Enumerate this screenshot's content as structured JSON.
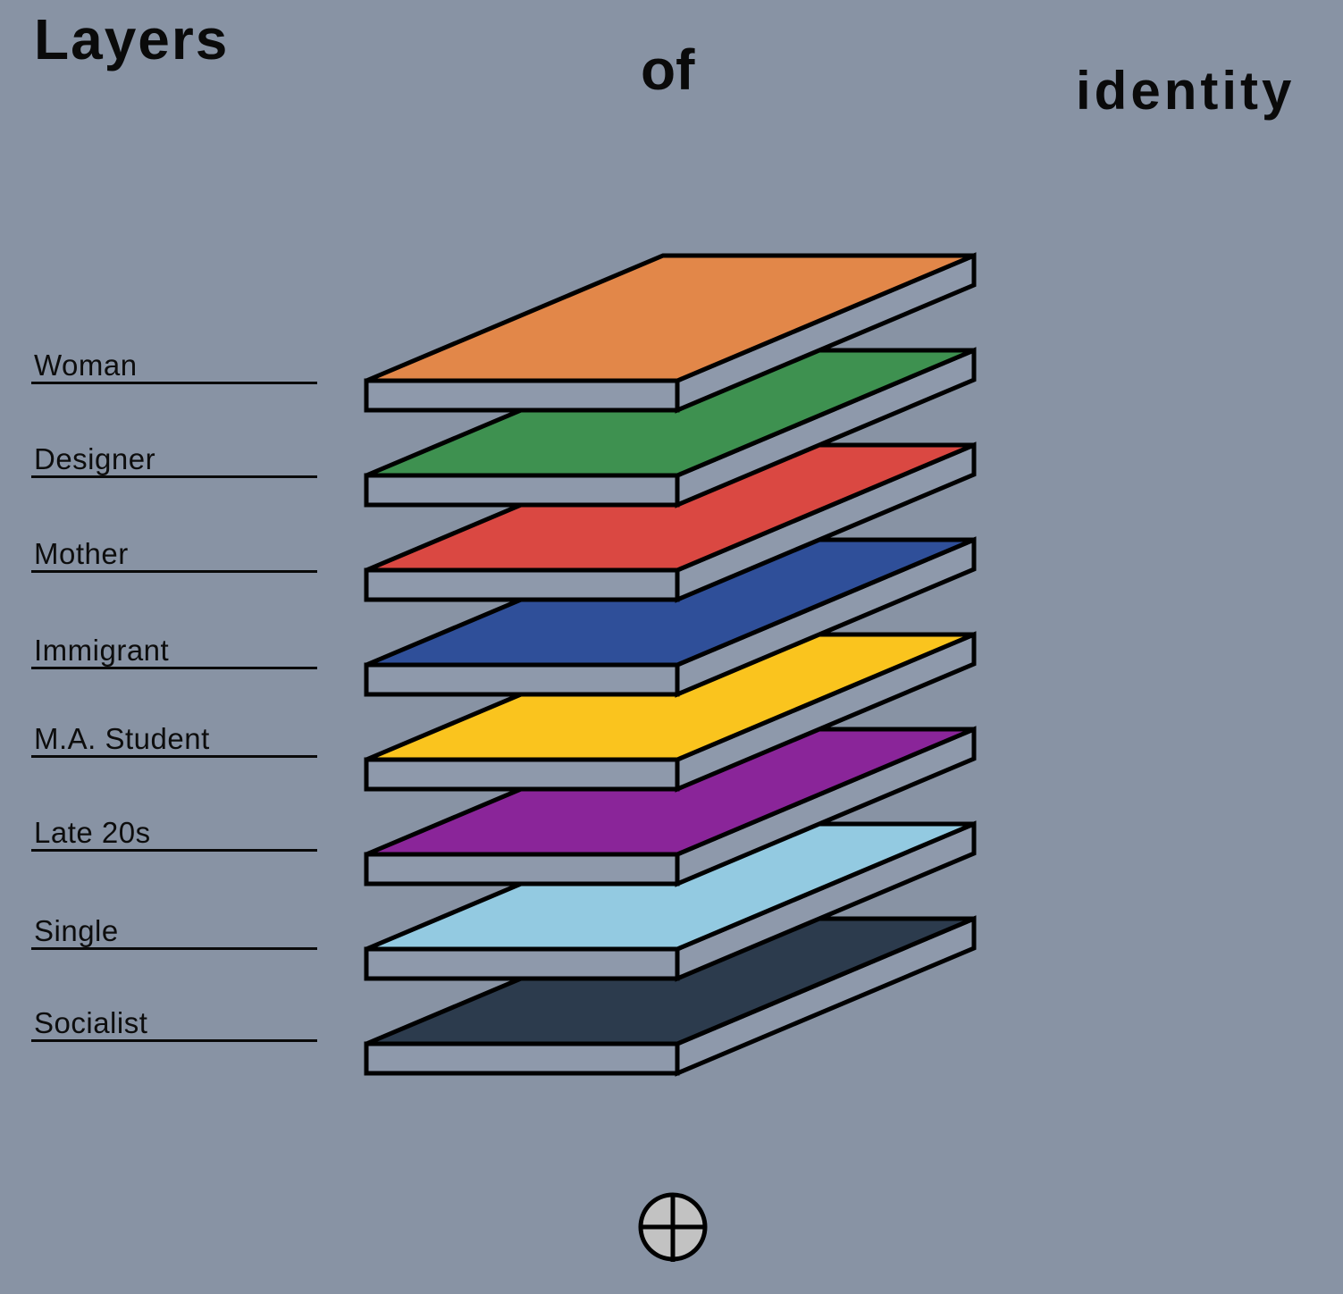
{
  "title": {
    "word1": "Layers",
    "word2": "of",
    "word3": "identity"
  },
  "layers": [
    {
      "label": "Woman",
      "color": "#E28749"
    },
    {
      "label": "Designer",
      "color": "#3E9150"
    },
    {
      "label": "Mother",
      "color": "#DA4842"
    },
    {
      "label": "Immigrant",
      "color": "#2F4F99"
    },
    {
      "label": "M.A. Student",
      "color": "#FAC41E"
    },
    {
      "label": "Late 20s",
      "color": "#8A2599"
    },
    {
      "label": "Single",
      "color": "#93CAE1"
    },
    {
      "label": "Socialist",
      "color": "#2C3B4D"
    }
  ],
  "colors": {
    "background": "#8893A4",
    "slab_side": "#8E99AB",
    "outline": "#000000",
    "registration_mark_fill": "#C2C2C2"
  },
  "registration_mark": {
    "icon": "crosshair-circle-icon"
  }
}
